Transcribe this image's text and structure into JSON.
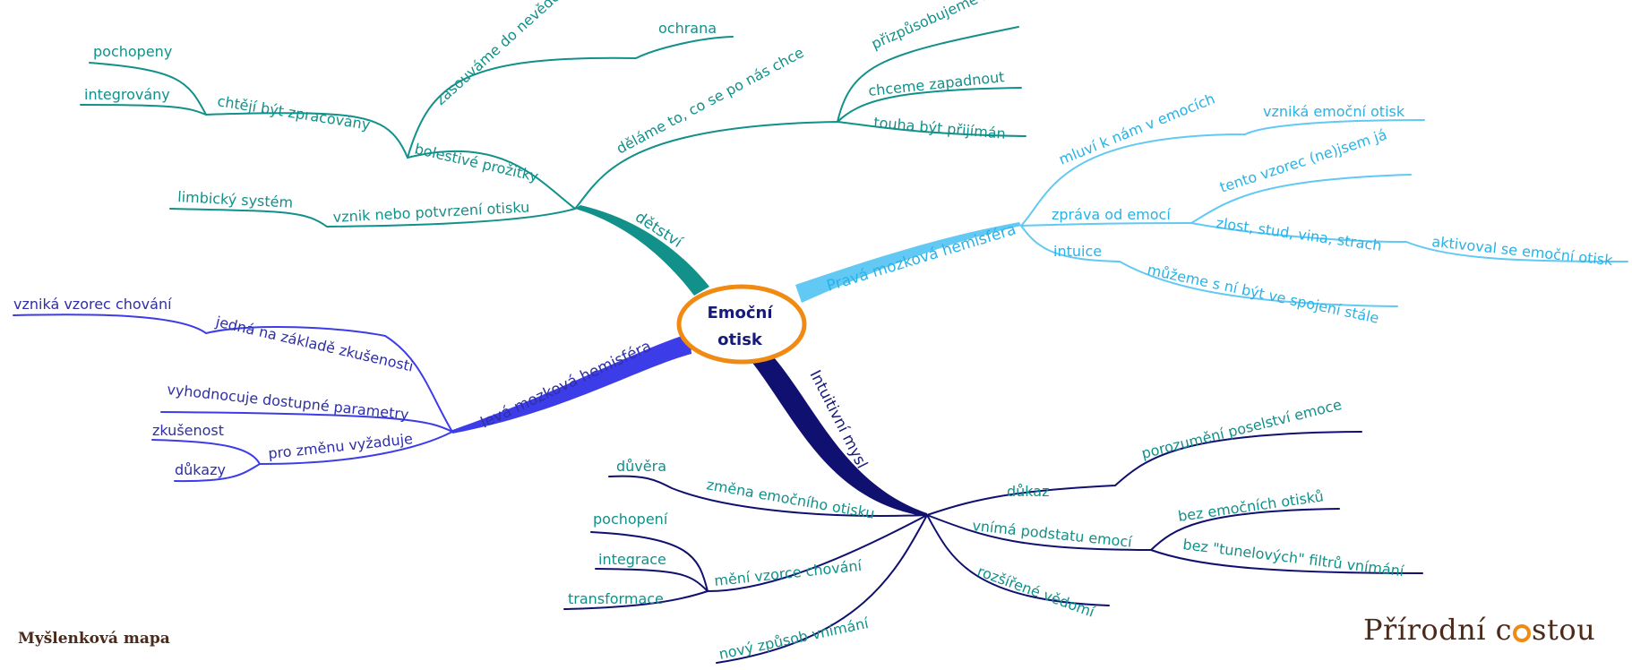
{
  "center": {
    "line1": "Emoční",
    "line2": "otisk"
  },
  "colors": {
    "teal": "#12908a",
    "sky": "#29b2e6",
    "blue": "#2f2fa6",
    "navy": "#161a78",
    "accent": "#f08a12",
    "brand": "#4b2a1a"
  },
  "branches": {
    "detstvi": {
      "label": "dětství",
      "nodes": {
        "ochrana": "ochrana",
        "zasouvame": "zasouváme do nevědomí",
        "pochopeny": "pochopeny",
        "integrovany": "integrovány",
        "chteji": "chtějí být zpracovány",
        "bolestive": "bolestivé prožitky",
        "limbicky": "limbický systém",
        "vznik": "vznik nebo potvrzení otisku",
        "prizpusobujeme": "přizpůsobujeme se",
        "chceme": "chceme zapadnout",
        "touha": "touha být přijímán",
        "delame": "děláme to, co se po nás chce"
      }
    },
    "prava": {
      "label": "Pravá mozková hemisféra",
      "nodes": {
        "mluvi": "mluví k nám v emocích",
        "vznika_otisk": "vzniká emoční otisk",
        "zprava": "zpráva od emocí",
        "tento": "tento vzorec (ne)jsem já",
        "zlost": "zlost, stud, vina, strach",
        "aktivoval": "aktivoval se emoční otisk",
        "intuice": "intuice",
        "muzeme": "můžeme s ní být ve spojení stále"
      }
    },
    "leva": {
      "label": "levá mozková hemisféra",
      "nodes": {
        "vznika_vzorec": "vzniká vzorec chování",
        "jedna": "jedná na základě zkušenosti",
        "vyhodnocuje": "vyhodnocuje dostupné parametry",
        "zkusenost": "zkušenost",
        "dukazy": "důkazy",
        "pro_zmenu": "pro změnu vyžaduje"
      }
    },
    "intuitivni": {
      "label": "Intuitivní mysl",
      "nodes": {
        "duvera": "důvěra",
        "zmena": "změna emočního otisku",
        "pochopeni": "pochopení",
        "integrace": "integrace",
        "transformace": "transformace",
        "meni": "mění vzorce chování",
        "novy": "nový způsob vnímání",
        "dukaz": "důkaz",
        "porozumeni": "porozumění poselství emoce",
        "vnima": "vnímá podstatu emocí",
        "bez_otisku": "bez emočních otisků",
        "bez_filtru": "bez \"tunelových\" filtrů vnímání",
        "rozsirene": "rozšířené vědomí"
      }
    }
  },
  "footer": {
    "title": "Myšlenková mapa",
    "brand_before": "Přírodní c",
    "brand_after": "stou"
  }
}
